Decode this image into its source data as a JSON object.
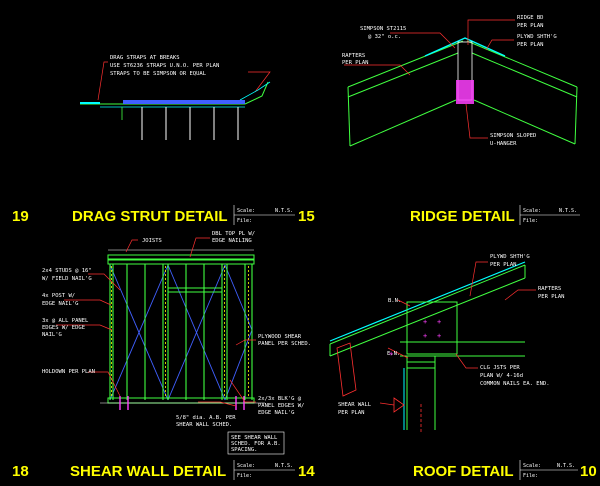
{
  "colors": {
    "background": "#000000",
    "title": "#ffff00",
    "framing_green": "#40ff40",
    "leader_red": "#ff3030",
    "sheathing_cyan": "#00ffff",
    "hatch_blue": "#4060ff",
    "label_white": "#ffffff",
    "nail_magenta": "#ff40ff"
  },
  "panels": {
    "drag_strut": {
      "number": "19",
      "title": "DRAG STRUT DETAIL",
      "scale_label": "Scale:",
      "scale_value": "N.T.S.",
      "file_label": "File:",
      "sheet_ref": "15",
      "note_line1": "DRAG STRAPS AT BREAKS",
      "note_line2": "USE ST6236 STRAPS U.N.O. PER PLAN",
      "note_line3": "STRAPS TO BE SIMPSON OR EQUAL"
    },
    "ridge": {
      "title": "RIDGE DETAIL",
      "scale_label": "Scale:",
      "scale_value": "N.T.S.",
      "file_label": "File:",
      "label_simpson_1": "SIMPSON ST2115",
      "label_simpson_2": "@ 32\" o.c.",
      "label_ridge_1": "RIDGE BD",
      "label_ridge_2": "PER PLAN",
      "label_plywd_1": "PLYWD SHTH'G",
      "label_plywd_2": "PER PLAN",
      "label_rafters_1": "RAFTERS",
      "label_rafters_2": "PER PLAN",
      "label_hanger_1": "SIMPSON SLOPED",
      "label_hanger_2": "U-HANGER"
    },
    "shear_wall": {
      "number": "18",
      "title": "SHEAR WALL DETAIL",
      "scale_label": "Scale:",
      "scale_value": "N.T.S.",
      "file_label": "File:",
      "sheet_ref": "14",
      "label_joists": "JOISTS",
      "label_dbl_top_1": "DBL TOP PL W/",
      "label_dbl_top_2": "EDGE NAILING",
      "label_studs_1": "2x4 STUDS @ 16\"",
      "label_studs_2": "W/ FIELD NAIL'G",
      "label_post_1": "4x POST W/",
      "label_post_2": "EDGE NAIL'G",
      "label_panel_1": "3x @ ALL PANEL",
      "label_panel_2": "EDGES W/ EDGE",
      "label_panel_3": "NAIL'G",
      "label_holdown": "HOLDOWN PER PLAN",
      "label_plywood_1": "PLYWOOD SHEAR",
      "label_plywood_2": "PANEL PER SCHED.",
      "label_blkg_1": "2x/3x BLK'G @",
      "label_blkg_2": "PANEL EDGES W/",
      "label_blkg_3": "EDGE NAIL'G",
      "label_ab_1": "5/8\" dia. A.B. PER",
      "label_ab_2": "SHEAR WALL SCHED.",
      "label_sched_1": "SEE SHEAR WALL",
      "label_sched_2": "SCHED. FOR A.B.",
      "label_sched_3": "SPACING."
    },
    "roof": {
      "title": "ROOF DETAIL",
      "scale_label": "Scale:",
      "scale_value": "N.T.S.",
      "file_label": "File:",
      "sheet_ref": "10",
      "label_plywd_1": "PLYWD SHTH'G",
      "label_plywd_2": "PER PLAN",
      "label_rafters_1": "RAFTERS",
      "label_rafters_2": "PER PLAN",
      "label_bn": "B.N.",
      "label_en": "E.N.",
      "label_clg_1": "CLG JSTS PER",
      "label_clg_2": "PLAN W/ 4-16d",
      "label_clg_3": "COMMON NAILS EA. END.",
      "label_shear_1": "SHEAR WALL",
      "label_shear_2": "PER PLAN"
    }
  }
}
